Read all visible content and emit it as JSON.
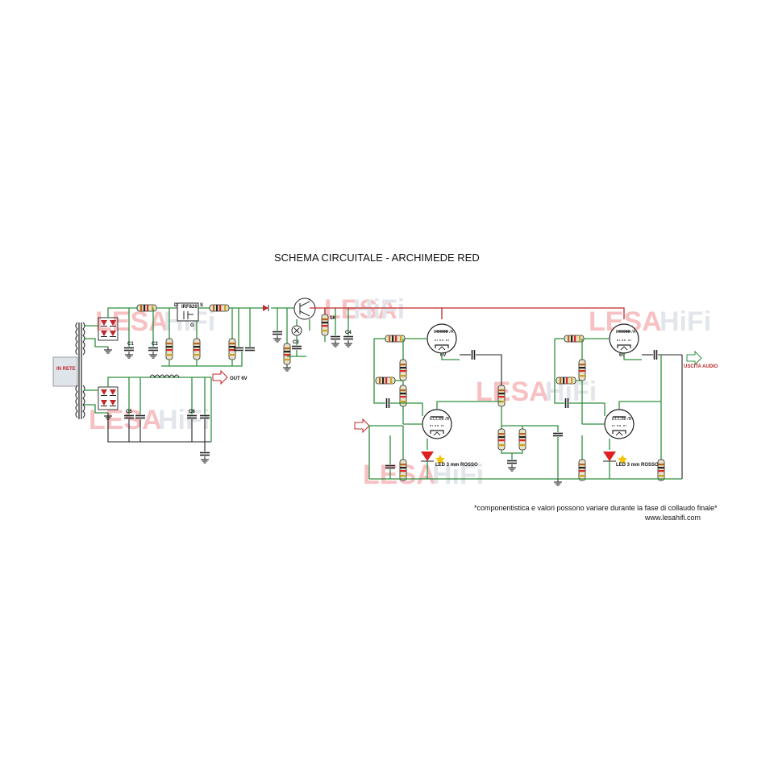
{
  "title": "SCHEMA CIRCUITALE - ARCHIMEDE RED",
  "watermark": {
    "part1": "LESA",
    "part2": "HiFi",
    "color_main": "#e3262b",
    "color_light": "#9aa7b6"
  },
  "labels": {
    "mains_input": "IN RETE",
    "out_6v": "OUT 6V",
    "regulator": "IRF820",
    "reg_pin_d": "D",
    "reg_pin_s": "S",
    "reg_pin_g": "G",
    "audio_in_marker": "►",
    "audio_output": "USCITA AUDIO",
    "tube_1a": "ECC88 /A",
    "tube_1b": "ECC88 /B",
    "tube_2a": "ECC88 /A",
    "tube_2b": "ECC88 /B",
    "heater_1": "6V",
    "heater_2": "6V",
    "led_1": "LED 3 mm ROSSO",
    "led_2": "LED 3 mm ROSSO",
    "small_c1": "C1",
    "small_c2": "C2",
    "small_c3": "C3",
    "small_c4": "C4",
    "small_c5": "C5",
    "small_c6": "C6",
    "small_r": "1K"
  },
  "footer": {
    "disclaimer": "*componentistica e valori possono variare durante la fase di collaudo finale*",
    "website": "www.lesahifi.com"
  },
  "colors": {
    "wire_green": "#2f8f3f",
    "wire_red": "#c0282a",
    "diode_red": "#c0282a",
    "led_red": "#e02020",
    "led_glow": "#f5c400",
    "arrow_red": "#c0282a",
    "arrow_green": "#2f8f3f",
    "resistor_body": "#e8e2c8",
    "transformer_fill": "#dfe3ea"
  }
}
